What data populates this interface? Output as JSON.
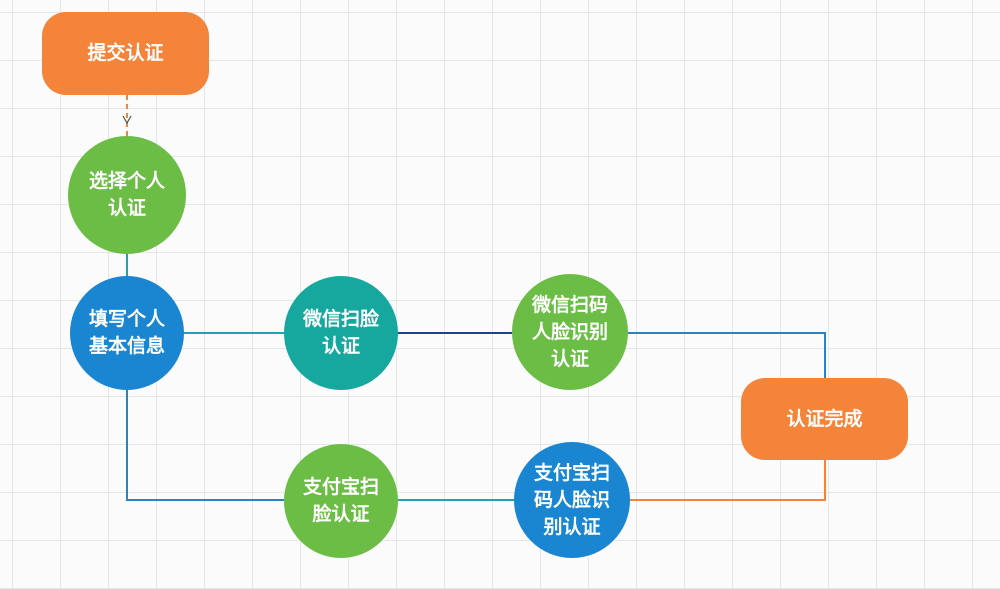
{
  "nodes": {
    "submit": {
      "label": "提交认证",
      "color": "#f4843a"
    },
    "select_personal": {
      "label": "选择个人\n认证",
      "color": "#6cbd45"
    },
    "fill_info": {
      "label": "填写个人\n基本信息",
      "color": "#1a86d2"
    },
    "wechat_face": {
      "label": "微信扫脸\n认证",
      "color": "#16a89f"
    },
    "wechat_qr_face": {
      "label": "微信扫码\n人脸识别\n认证",
      "color": "#6cbd45"
    },
    "alipay_face": {
      "label": "支付宝扫\n脸认证",
      "color": "#6cbd45"
    },
    "alipay_qr_face": {
      "label": "支付宝扫\n码人脸识\n别认证",
      "color": "#1a86d2"
    },
    "done": {
      "label": "认证完成",
      "color": "#f4843a"
    }
  },
  "edge_colors": {
    "teal": "#1fa3b4",
    "navy": "#1f3f8f",
    "blue": "#2a84c4",
    "orange": "#f4843a"
  }
}
